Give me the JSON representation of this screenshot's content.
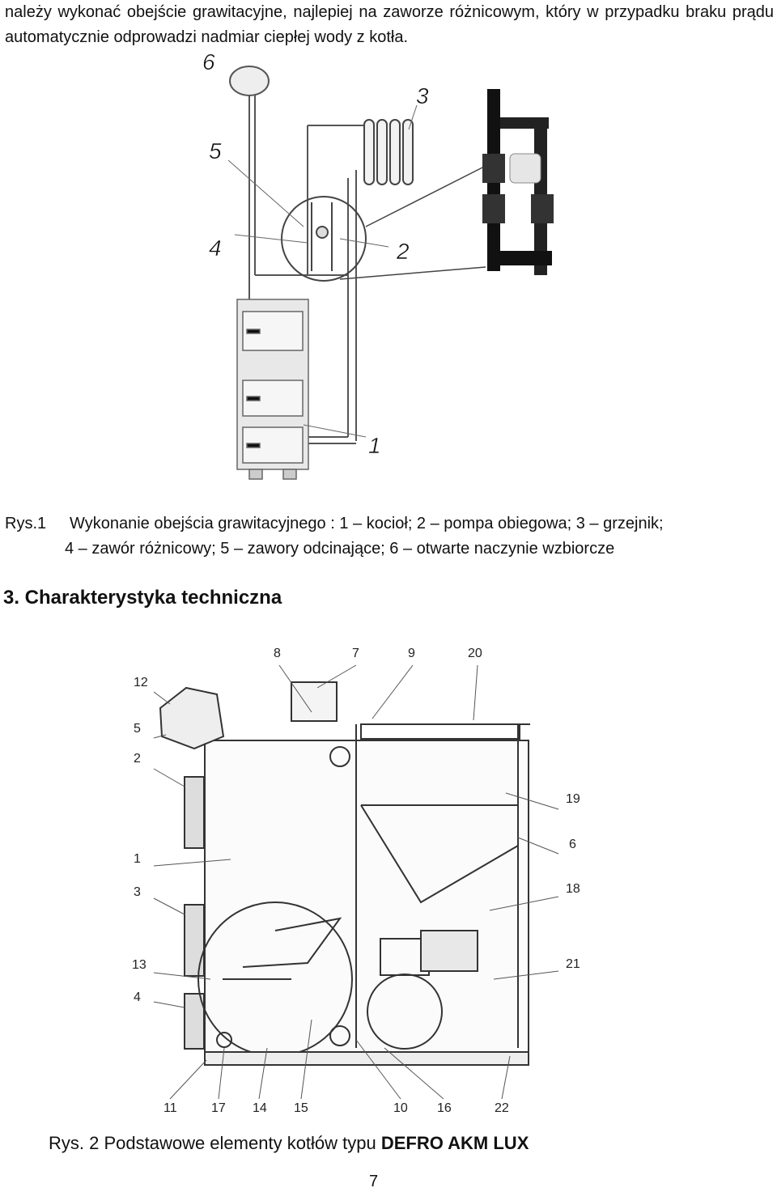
{
  "intro_text": "należy wykonać obejście grawitacyjne, najlepiej na zaworze różnicowym, który w przypadku braku prądu automatycznie odprowadzi nadmiar ciepłej wody z kotła.",
  "figure1": {
    "callouts": [
      "6",
      "3",
      "5",
      "4",
      "2",
      "1"
    ],
    "caption_prefix": "Rys.1",
    "caption_line1": "Wykonanie obejścia grawitacyjnego : 1 – kocioł; 2 – pompa obiegowa; 3 – grzejnik;",
    "caption_line2": "4 – zawór różnicowy; 5 – zawory odcinające; 6 – otwarte naczynie wzbiorcze"
  },
  "section_title": "3. Charakterystyka techniczna",
  "figure2": {
    "top_labels": [
      "8",
      "7",
      "9",
      "20"
    ],
    "left_labels": [
      "12",
      "5",
      "2",
      "1",
      "3",
      "13",
      "4"
    ],
    "right_labels": [
      "19",
      "6",
      "18",
      "21"
    ],
    "bottom_labels": [
      "11",
      "17",
      "14",
      "15",
      "10",
      "16",
      "22"
    ],
    "caption_prefix": "Rys. 2  Podstawowe elementy  kotłów typu ",
    "caption_bold": "DEFRO  AKM  LUX"
  },
  "page_number": "7"
}
